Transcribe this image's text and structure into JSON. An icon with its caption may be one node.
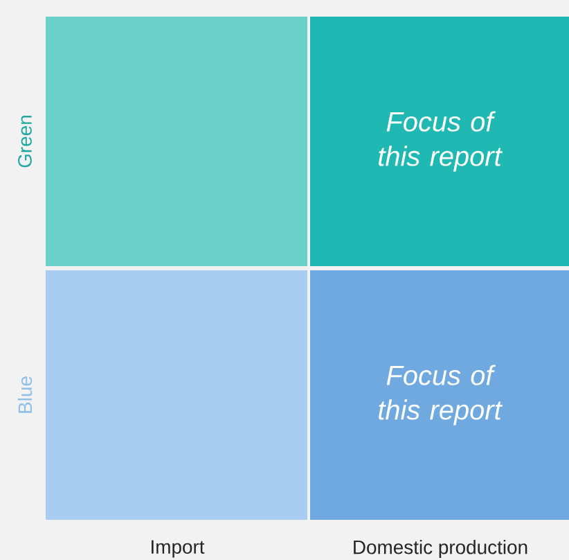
{
  "diagram": {
    "nodes": [
      {
        "text": [],
        "shape": "box"
      },
      {
        "text": [
          "Focus of this report"
        ]
      },
      {
        "text": [],
        "shape": "box"
      },
      {
        "text": [
          "Focus of this report"
        ]
      }
    ],
    "labels": [
      "Green",
      "Blue",
      "Import",
      "Domestic production"
    ]
  }
}
